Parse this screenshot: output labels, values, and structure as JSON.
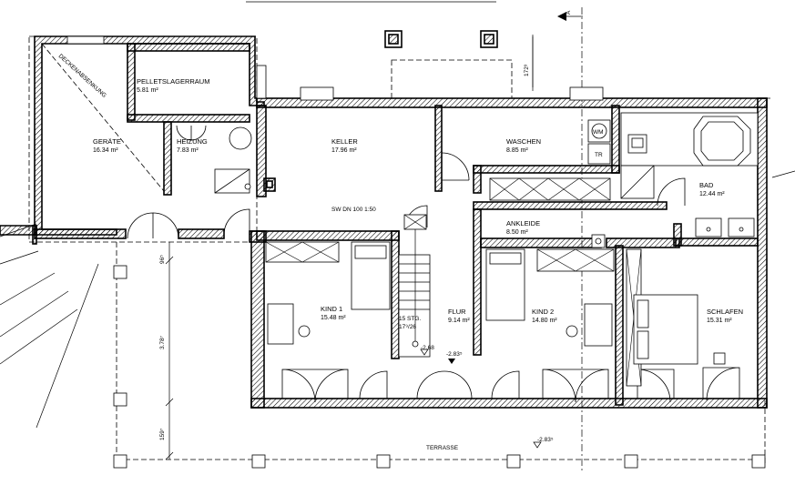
{
  "rooms": {
    "pelletslager": {
      "name": "PELLETSLAGERRAUM",
      "area": "5.81 m²"
    },
    "geraete": {
      "name": "GERÄTE",
      "area": "16.34 m²"
    },
    "heizung": {
      "name": "HEIZUNG",
      "area": "7.83 m²"
    },
    "keller": {
      "name": "KELLER",
      "area": "17.96 m²"
    },
    "waschen": {
      "name": "WASCHEN",
      "area": "8.85 m²"
    },
    "bad": {
      "name": "BAD",
      "area": "12.44 m²"
    },
    "ankleide": {
      "name": "ANKLEIDE",
      "area": "8.50 m²"
    },
    "kind1": {
      "name": "KIND 1",
      "area": "15.48 m²"
    },
    "flur": {
      "name": "FLUR",
      "area": "9.14 m²"
    },
    "kind2": {
      "name": "KIND 2",
      "area": "14.80 m²"
    },
    "schlafen": {
      "name": "SCHLAFEN",
      "area": "15.31 m²"
    }
  },
  "labels": {
    "deckenabsenkung": "DECKENABSENKUNG",
    "sw_dn": "SW DN 100  1:50",
    "stairs_count": "15 STG.",
    "stairs_dims": "17⁹/26",
    "terrasse": "TERRASSE",
    "section_marker": "A",
    "level_flur": "-2.68",
    "level_flur2": "-2.83⁵",
    "level_terrasse": "-2.83⁵",
    "wm": "WM",
    "tr": "TR",
    "dim_top": "172³",
    "dim_1": "96⁵",
    "dim_2": "3.78⁷",
    "dim_3": "159⁷"
  }
}
